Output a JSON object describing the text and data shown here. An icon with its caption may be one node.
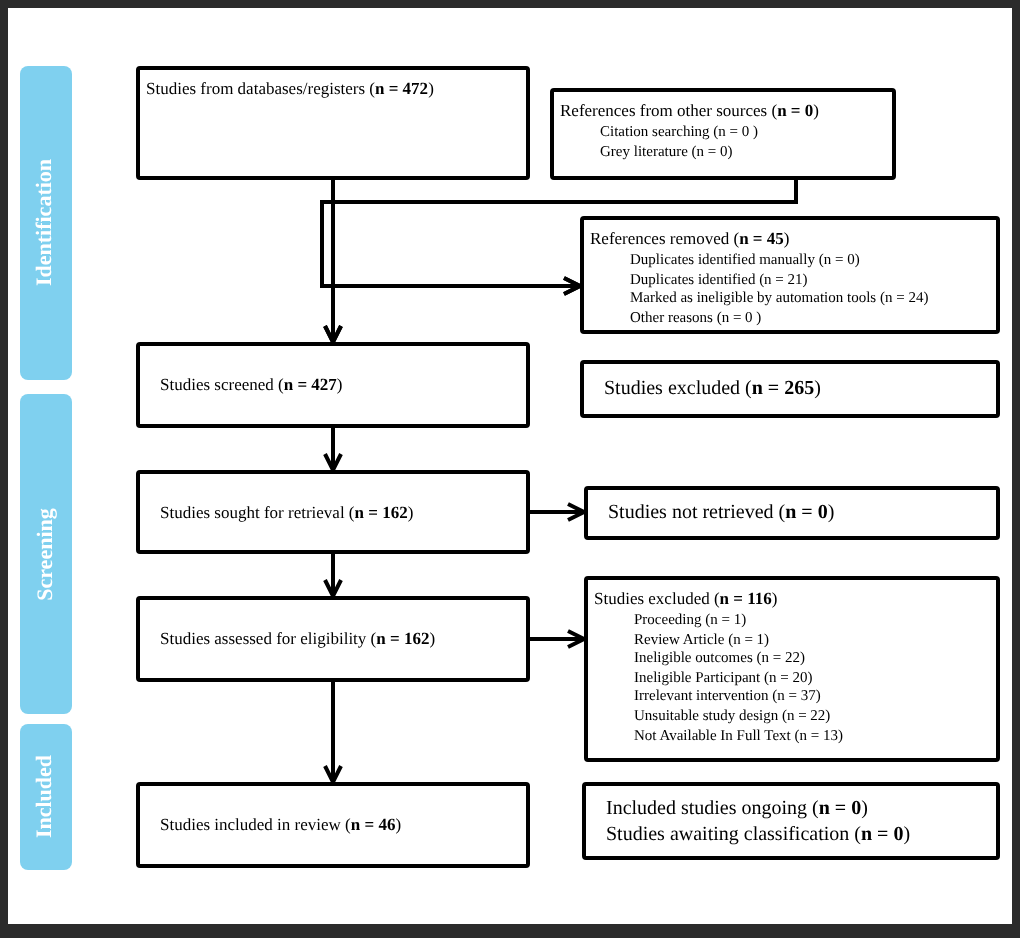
{
  "diagram": {
    "nodes": [
      {
        "text": [
          "Identification"
        ]
      },
      {
        "text": [
          "Screening"
        ]
      },
      {
        "text": [
          "Included"
        ]
      },
      {
        "text": [
          "Studies from databases/registers (**n = 472**)"
        ]
      },
      {
        "text": [
          "References from other sources (**n = 0**)",
          "Citation searching (n = 0 )",
          "Grey literature (n = 0)"
        ]
      },
      {
        "text": [
          "References removed (**n = 45**)",
          "Duplicates identified manually (n = 0)",
          "Duplicates identified (n = 21)",
          "Marked as ineligible by automation tools (n = 24)",
          "Other reasons (n = 0 )"
        ]
      },
      {
        "text": [
          "Studies screened (**n = 427**)"
        ]
      },
      {
        "text": [
          "Studies excluded (**n = 265**)"
        ]
      },
      {
        "text": [
          "Studies sought for retrieval (**n = 162**)"
        ]
      },
      {
        "text": [
          "Studies not retrieved (**n = 0**)"
        ]
      },
      {
        "text": [
          "Studies assessed for eligibility  (**n = 162**)"
        ]
      },
      {
        "text": [
          "Studies excluded (**n = 116**)",
          "Proceeding (n = 1)",
          "Review Article (n = 1)",
          "Ineligible outcomes (n = 22)",
          "Ineligible Participant (n = 20)",
          "Irrelevant intervention (n = 37)",
          "Unsuitable study design (n = 22)",
          "Not Available In Full Text (n = 13)"
        ]
      },
      {
        "text": [
          "Studies included in review (**n = 46**)"
        ]
      },
      {
        "text": [
          "Included studies ongoing (**n  = 0**)",
          "Studies awaiting classification (**n = 0**)"
        ]
      }
    ],
    "edges": [
      {
        "from": 3,
        "to": 6,
        "arrow": "to"
      },
      {
        "from": 4,
        "to": 6,
        "arrow": "to"
      },
      {
        "from": 3,
        "to": 5,
        "arrow": "to"
      },
      {
        "from": 4,
        "to": 5,
        "arrow": "to"
      },
      {
        "from": 6,
        "to": 8,
        "arrow": "to"
      },
      {
        "from": 8,
        "to": 9,
        "arrow": "to"
      },
      {
        "from": 8,
        "to": 10,
        "arrow": "to"
      },
      {
        "from": 10,
        "to": 11,
        "arrow": "to"
      },
      {
        "from": 10,
        "to": 12,
        "arrow": "to"
      }
    ]
  }
}
